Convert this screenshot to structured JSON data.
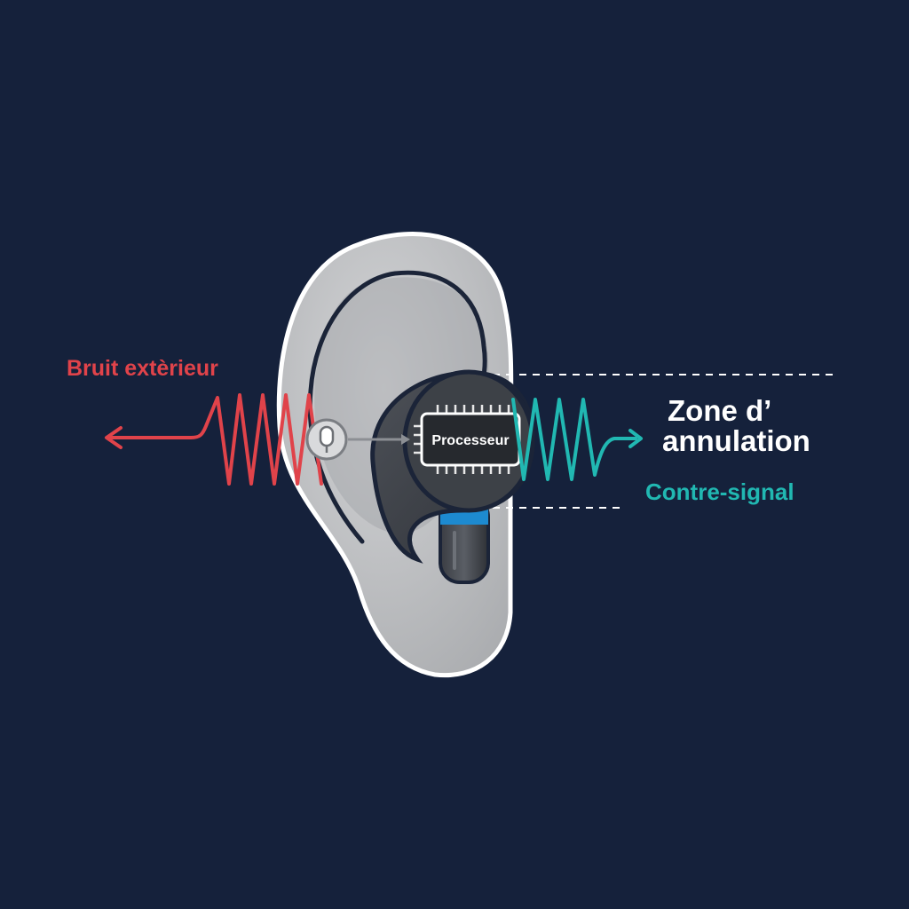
{
  "labels": {
    "noise": "Bruit extèrieur",
    "processor": "Processeur",
    "zone_line1": "Zone d’",
    "zone_line2": "annulation",
    "counter_signal": "Contre-signal"
  },
  "colors": {
    "background": "#15213b",
    "noise_wave": "#e0434a",
    "counter_wave": "#21b8b2",
    "ear_fill": "#b9babc",
    "ear_outline": "#ffffff",
    "earbud_body": "#3f4349",
    "earbud_accent": "#1d8ad0",
    "zone_text": "#ffffff"
  },
  "icons": {
    "microphone": "microphone-icon",
    "processor": "chip-icon",
    "arrow_left": "arrow-left-icon",
    "arrow_right": "arrow-right-icon"
  }
}
